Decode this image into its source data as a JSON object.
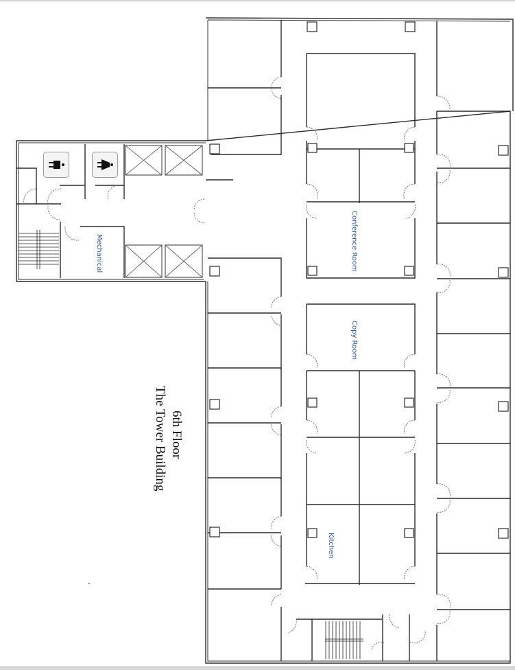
{
  "plan": {
    "title_line1": "6th Floor",
    "title_line2": "The Tower Building",
    "rooms": {
      "conference": "Conference Room",
      "copy": "Copy Room",
      "kitchen": "Kitchen",
      "mechanical": "Mechanical"
    },
    "restrooms": {
      "mens_icon": "men-restroom-icon",
      "womens_icon": "women-restroom-icon"
    },
    "colors": {
      "wall": "#2b2b2b",
      "label": "#2a5a9a",
      "background": "#ffffff"
    }
  }
}
